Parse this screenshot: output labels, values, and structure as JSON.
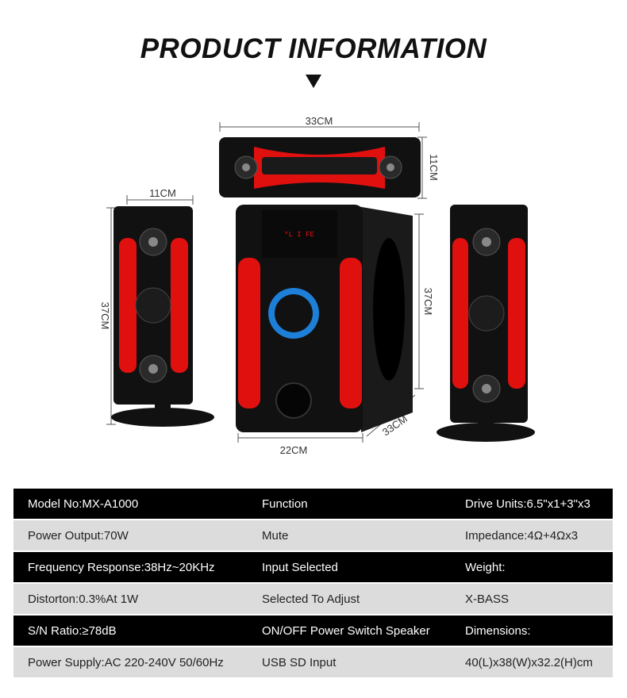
{
  "title": "PRODUCT INFORMATION",
  "dimensions": {
    "top_width": "33CM",
    "top_height": "11CM",
    "left_width": "11CM",
    "left_height": "37CM",
    "sub_height": "37CM",
    "sub_width": "22CM",
    "sub_depth": "33CM"
  },
  "colors": {
    "accent_red": "#e0100f",
    "speaker_black": "#111111",
    "knob_blue": "#1e7fd8"
  },
  "specs": [
    [
      "Model No:MX-A1000",
      "Function",
      "Drive Units:6.5\"x1+3\"x3"
    ],
    [
      "Power Output:70W",
      "Mute",
      "Impedance:4Ω+4Ωx3"
    ],
    [
      "Frequency Response:38Hz~20KHz",
      "Input Selected",
      "Weight:"
    ],
    [
      "Distorton:0.3%At 1W",
      "Selected To Adjust",
      "X-BASS"
    ],
    [
      "S/N Ratio:≥78dB",
      "ON/OFF Power Switch Speaker",
      "Dimensions:"
    ],
    [
      "Power Supply:AC 220-240V 50/60Hz",
      "USB SD Input",
      "40(L)x38(W)x32.2(H)cm"
    ]
  ]
}
